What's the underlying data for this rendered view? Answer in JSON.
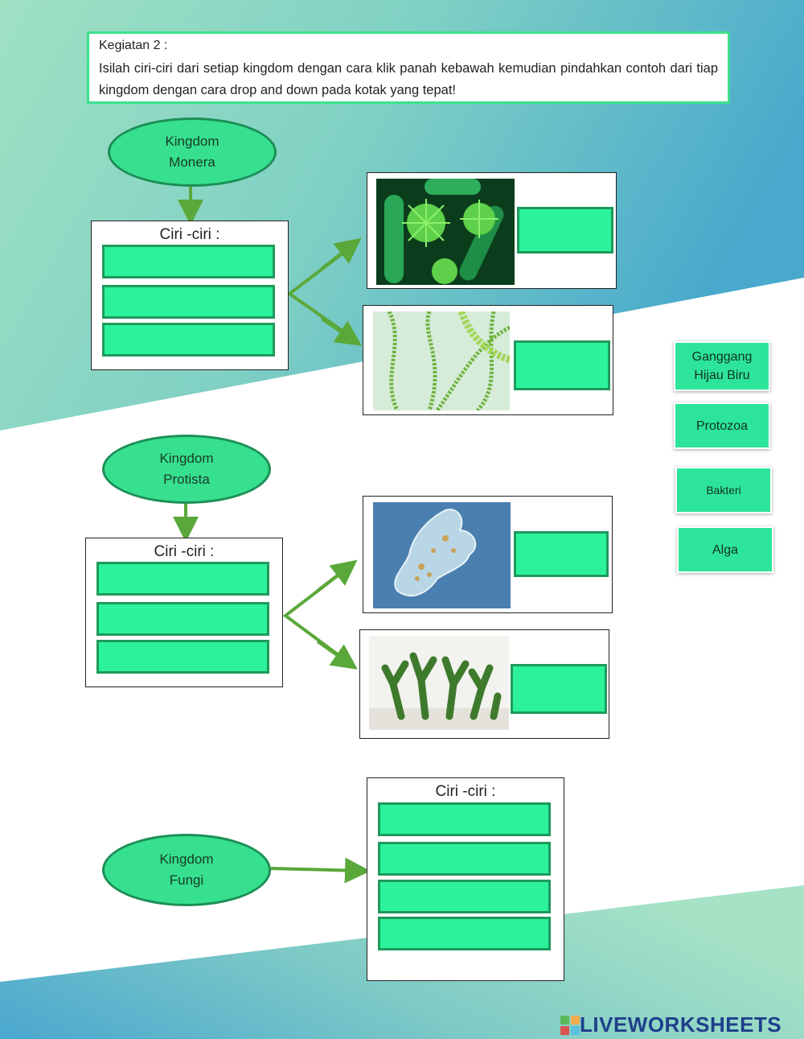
{
  "instructions": {
    "heading": "Kegiatan 2 :",
    "text": "Isilah ciri-ciri dari setiap kingdom dengan cara klik panah kebawah kemudian pindahkan contoh dari tiap kingdom dengan cara drop and down pada kotak yang tepat!"
  },
  "kingdoms": [
    {
      "line1": "Kingdom",
      "line2": "Monera",
      "ciri_title": "Ciri -ciri :"
    },
    {
      "line1": "Kingdom",
      "line2": "Protista",
      "ciri_title": "Ciri -ciri :"
    },
    {
      "line1": "Kingdom",
      "line2": "Fungi",
      "ciri_title": "Ciri -ciri :"
    }
  ],
  "photos": [
    {
      "icon": "bacteria-image"
    },
    {
      "icon": "spirulina-image"
    },
    {
      "icon": "amoeba-image",
      "caption_line1": "",
      "caption_line2": ""
    },
    {
      "icon": "green-algae-image"
    }
  ],
  "drag_options": [
    {
      "line1": "Ganggang",
      "line2": "Hijau Biru"
    },
    {
      "label": "Protozoa"
    },
    {
      "label": "Bakteri"
    },
    {
      "label": "Alga"
    }
  ],
  "brand": {
    "name": "LIVEWORKSHEETS"
  },
  "colors": {
    "accent": "#2cf29b",
    "slot_border": "#1e9a5c",
    "arrow": "#5aa83a"
  }
}
